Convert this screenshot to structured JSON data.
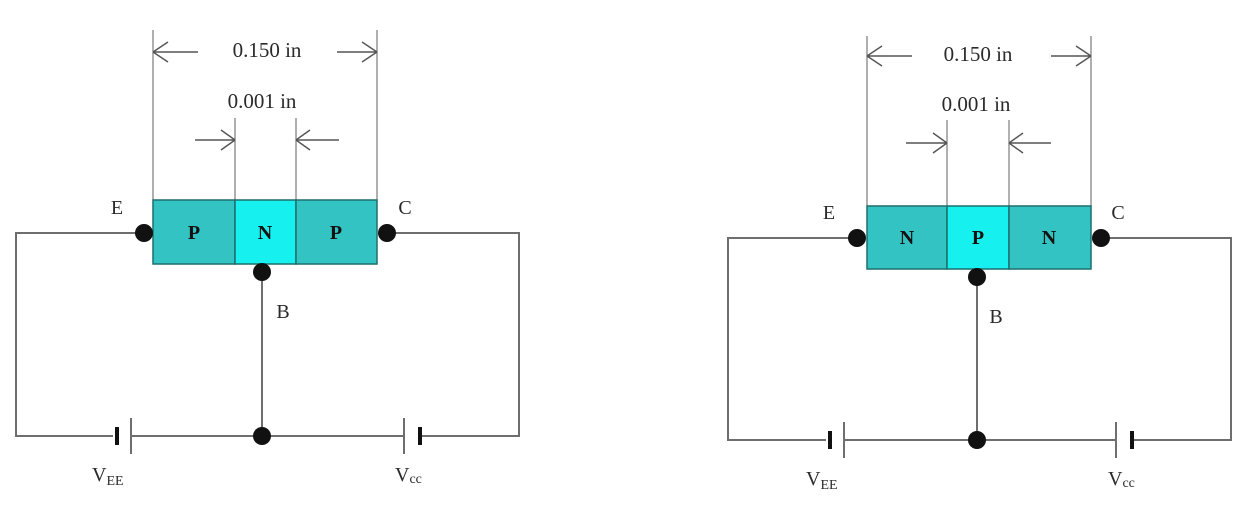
{
  "diagrams": [
    {
      "id": "pnp",
      "width_label": "0.150 in",
      "base_label": "0.001 in",
      "segments": [
        "P",
        "N",
        "P"
      ],
      "emitter": "E",
      "collector": "C",
      "base": "B",
      "vee": {
        "main": "V",
        "sub": "EE"
      },
      "vcc": {
        "main": "V",
        "sub": "cc"
      }
    },
    {
      "id": "npn",
      "width_label": "0.150 in",
      "base_label": "0.001 in",
      "segments": [
        "N",
        "P",
        "N"
      ],
      "emitter": "E",
      "collector": "C",
      "base": "B",
      "vee": {
        "main": "V",
        "sub": "EE"
      },
      "vcc": {
        "main": "V",
        "sub": "cc"
      }
    }
  ],
  "colors": {
    "outer_segment": "#33c3c3",
    "middle_segment": "#16f0ee",
    "wire": "#6e6e6e"
  }
}
